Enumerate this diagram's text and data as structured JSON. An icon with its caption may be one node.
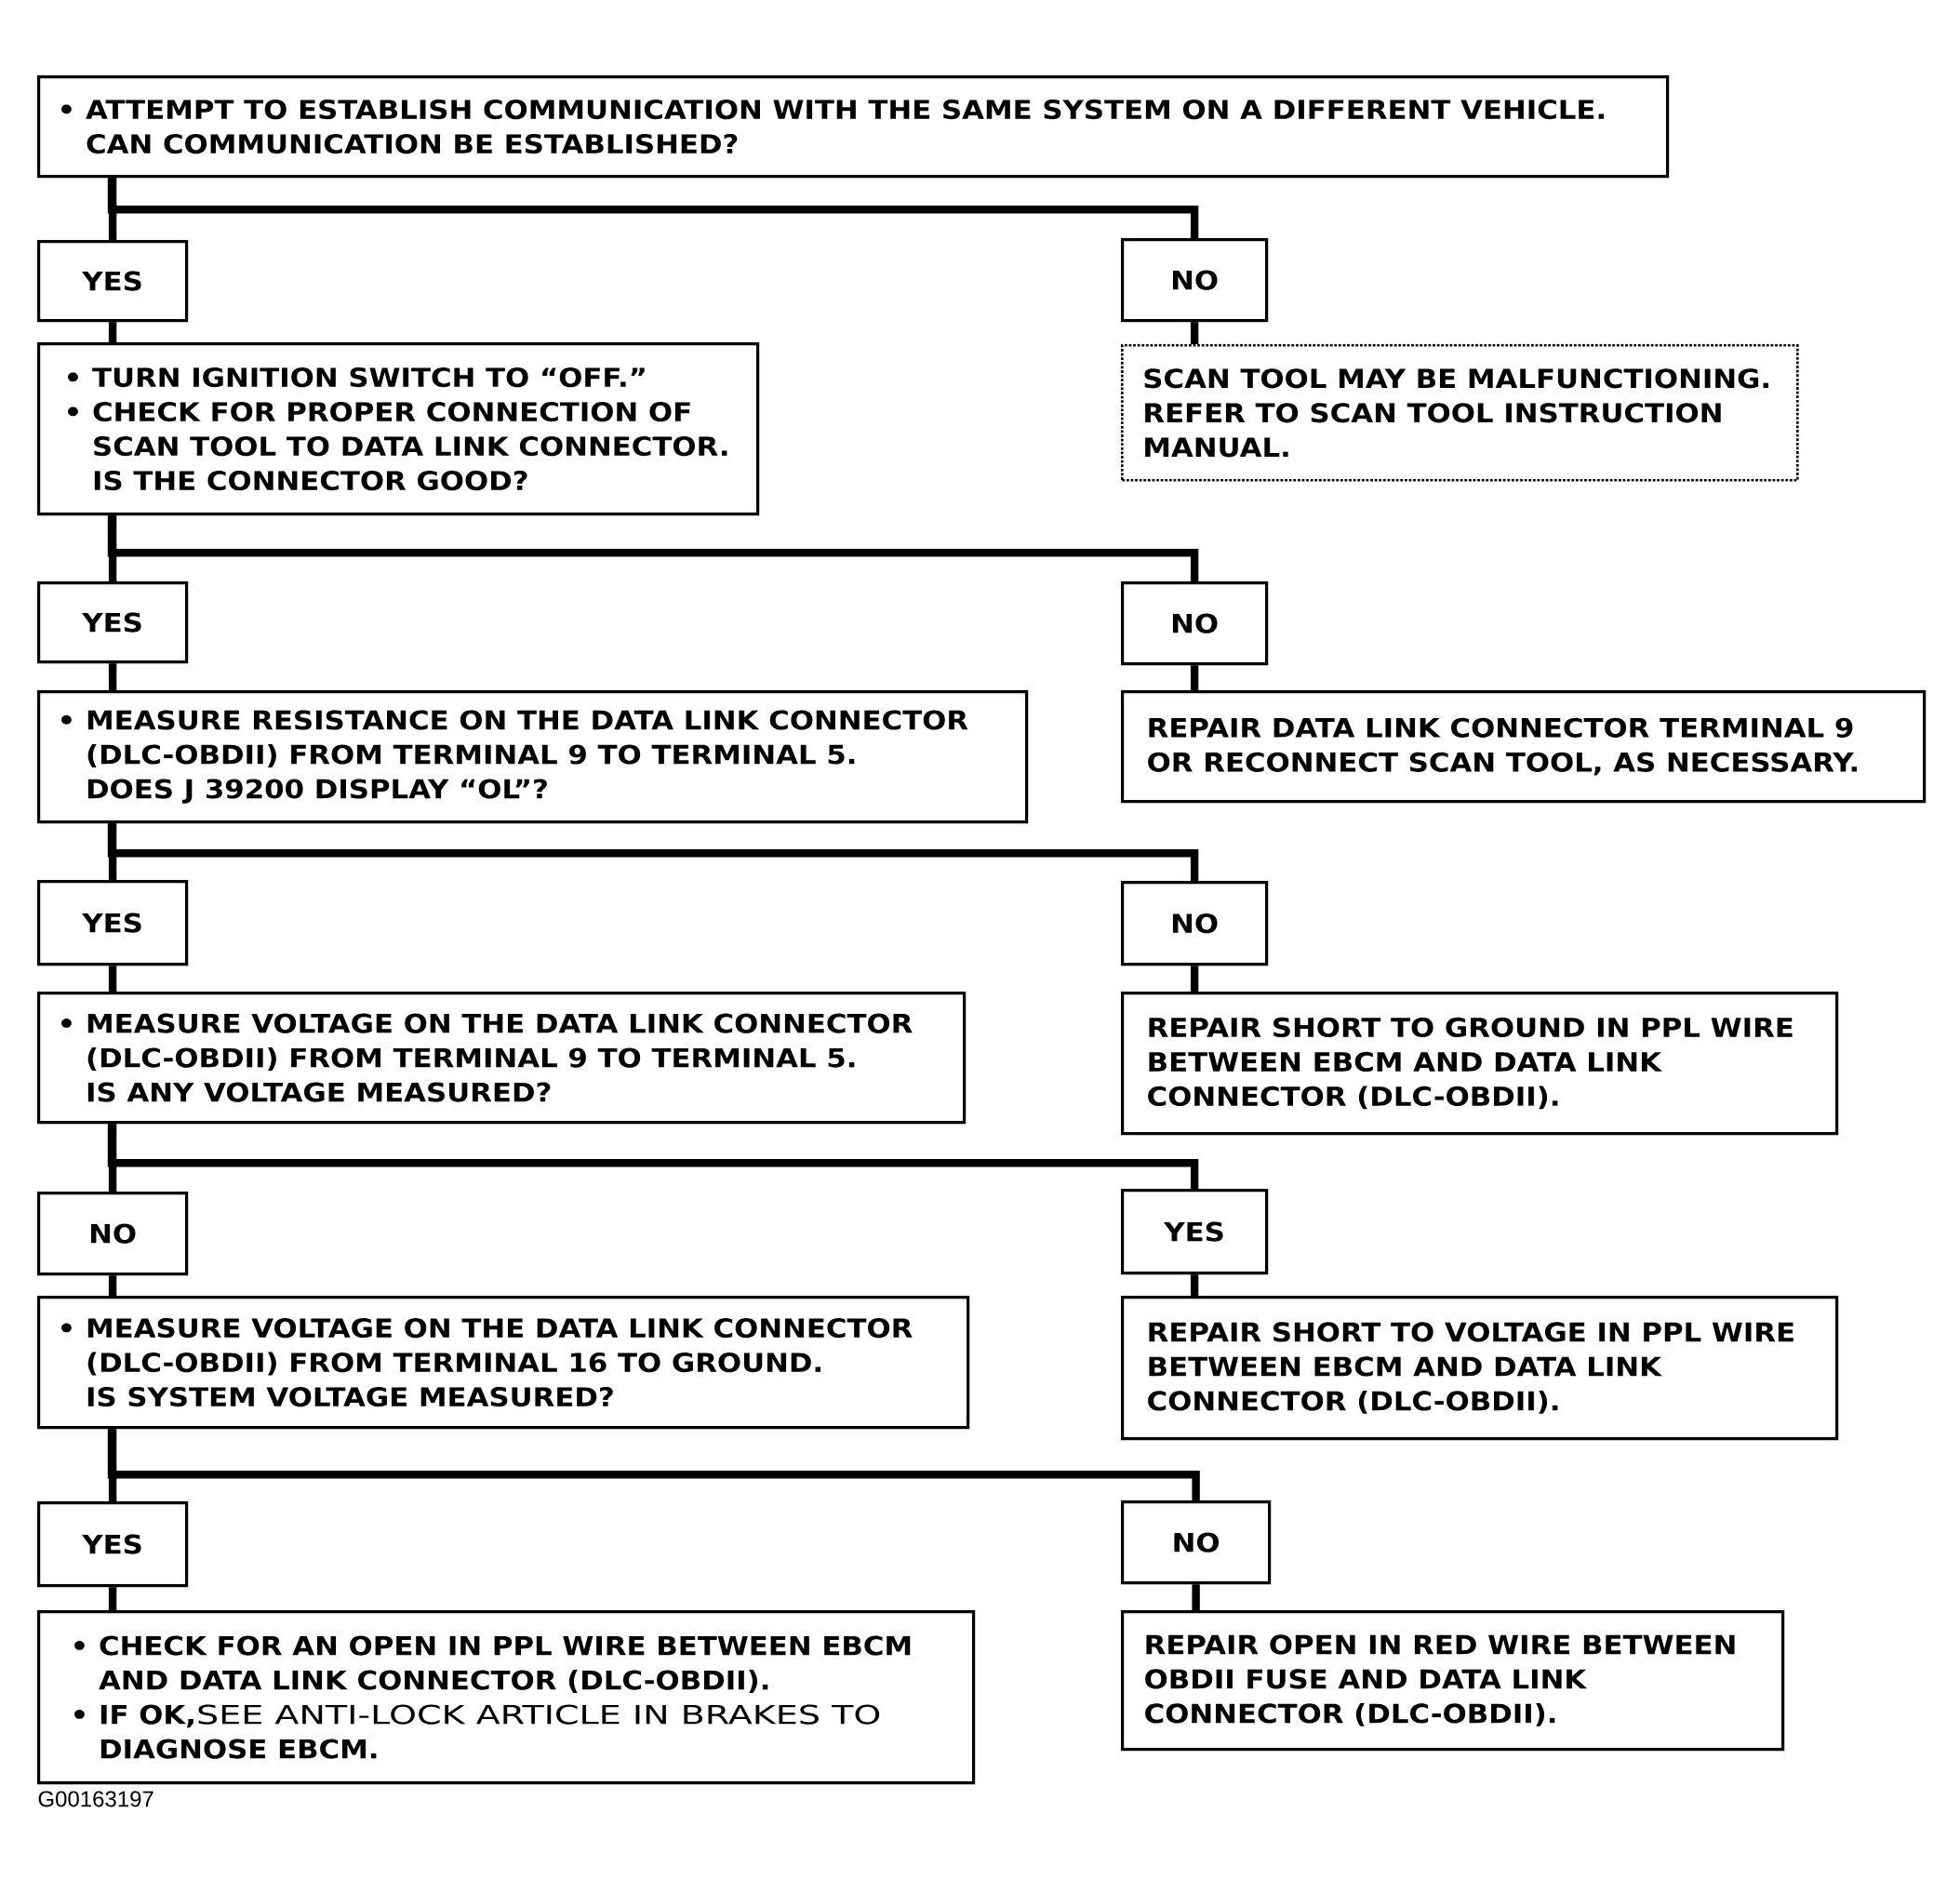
{
  "diagram": {
    "nodes": [
      {
        "text": [
          "• ATTEMPT TO ESTABLISH COMMUNICATION WITH THE SAME SYSTEM ON A DIFFERENT VEHICLE.",
          "CAN COMMUNICATION BE ESTABLISHED?"
        ]
      },
      {
        "text": [
          "YES"
        ]
      },
      {
        "text": [
          "NO"
        ]
      },
      {
        "text": [
          "• TURN IGNITION SWITCH TO “OFF.”",
          "• CHECK FOR PROPER CONNECTION OF SCAN TOOL TO DATA LINK CONNECTOR.",
          "IS THE CONNECTOR GOOD?"
        ]
      },
      {
        "text": [
          "SCAN TOOL MAY BE MALFUNCTIONING. REFER TO SCAN TOOL INSTRUCTION MANUAL."
        ]
      },
      {
        "text": [
          "YES"
        ]
      },
      {
        "text": [
          "NO"
        ]
      },
      {
        "text": [
          "• MEASURE RESISTANCE ON THE DATA LINK CONNECTOR (DLC-OBDII) FROM TERMINAL 9 TO TERMINAL 5.",
          "DOES J 39200 DISPLAY “OL”?"
        ]
      },
      {
        "text": [
          "REPAIR DATA LINK CONNECTOR TERMINAL 9 OR RECONNECT SCAN TOOL, AS NECESSARY."
        ]
      },
      {
        "text": [
          "YES"
        ]
      },
      {
        "text": [
          "NO"
        ]
      },
      {
        "text": [
          "• MEASURE VOLTAGE ON THE DATA LINK CONNECTOR (DLC-OBDII) FROM TERMINAL 9 TO TERMINAL 5.",
          "IS ANY VOLTAGE MEASURED?"
        ]
      },
      {
        "text": [
          "REPAIR SHORT TO GROUND IN PPL WIRE BETWEEN EBCM AND DATA LINK CONNECTOR (DLC-OBDII)."
        ]
      },
      {
        "text": [
          "NO"
        ]
      },
      {
        "text": [
          "YES"
        ]
      },
      {
        "text": [
          "• MEASURE VOLTAGE ON THE DATA LINK CONNECTOR (DLC-OBDII) FROM TERMINAL 16 TO GROUND.",
          "IS SYSTEM VOLTAGE MEASURED?"
        ]
      },
      {
        "text": [
          "REPAIR SHORT TO VOLTAGE IN PPL WIRE BETWEEN EBCM AND DATA LINK CONNECTOR (DLC-OBDII)."
        ]
      },
      {
        "text": [
          "YES"
        ]
      },
      {
        "text": [
          "NO"
        ]
      },
      {
        "text": [
          "• CHECK FOR AN OPEN IN PPL WIRE BETWEEN EBCM AND DATA LINK CONNECTOR (DLC-OBDII).",
          "**• IF OK,**SEE ANTI-LOCK ARTICLE IN BRAKES TO **DIAGNOSE EBCM.**"
        ]
      },
      {
        "text": [
          "REPAIR OPEN IN RED WIRE BETWEEN OBDII FUSE AND DATA LINK CONNECTOR (DLC-OBDII)."
        ]
      }
    ],
    "edges": [
      {
        "from": 0,
        "to": 1,
        "arrow": "none"
      },
      {
        "from": 0,
        "to": 2,
        "arrow": "none"
      },
      {
        "from": 1,
        "to": 3,
        "arrow": "none"
      },
      {
        "from": 2,
        "to": 4,
        "arrow": "none"
      },
      {
        "from": 3,
        "to": 5,
        "arrow": "none"
      },
      {
        "from": 3,
        "to": 6,
        "arrow": "none"
      },
      {
        "from": 5,
        "to": 7,
        "arrow": "none"
      },
      {
        "from": 6,
        "to": 8,
        "arrow": "none"
      },
      {
        "from": 7,
        "to": 9,
        "arrow": "none"
      },
      {
        "from": 7,
        "to": 10,
        "arrow": "none"
      },
      {
        "from": 9,
        "to": 11,
        "arrow": "none"
      },
      {
        "from": 10,
        "to": 12,
        "arrow": "none"
      },
      {
        "from": 11,
        "to": 13,
        "arrow": "none"
      },
      {
        "from": 11,
        "to": 14,
        "arrow": "none"
      },
      {
        "from": 13,
        "to": 15,
        "arrow": "none"
      },
      {
        "from": 14,
        "to": 16,
        "arrow": "none"
      },
      {
        "from": 15,
        "to": 17,
        "arrow": "none"
      },
      {
        "from": 15,
        "to": 18,
        "arrow": "none"
      },
      {
        "from": 17,
        "to": 19,
        "arrow": "none"
      },
      {
        "from": 18,
        "to": 20,
        "arrow": "none"
      }
    ],
    "labels": [
      "G00163197"
    ]
  }
}
